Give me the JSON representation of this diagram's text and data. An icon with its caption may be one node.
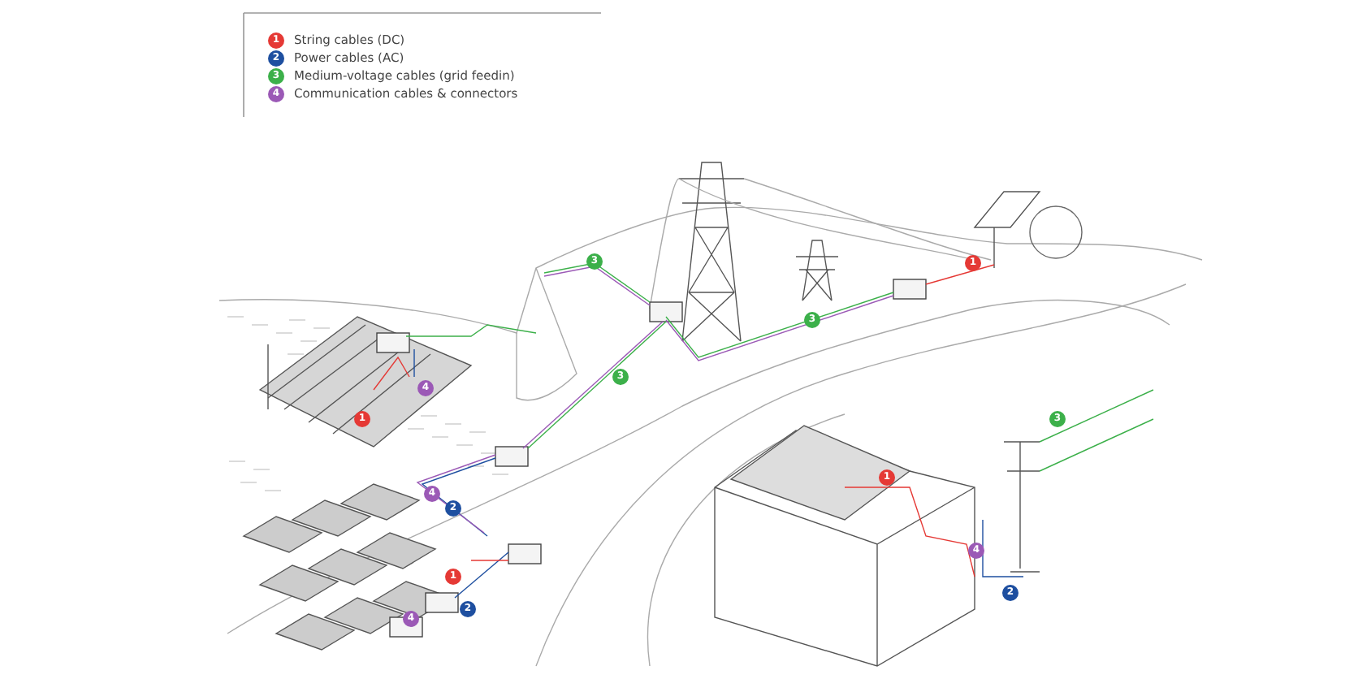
{
  "diagram": {
    "labels": [
      "1",
      "2",
      "3",
      "4",
      "3",
      "1",
      "3",
      "3",
      "4",
      "1",
      "3",
      "1",
      "4",
      "2",
      "4",
      "1",
      "2",
      "2",
      "4"
    ],
    "legend": [
      {
        "text": "String cables (DC)",
        "color": "#e53935"
      },
      {
        "text": "Power cables (AC)",
        "color": "#1e4fa0"
      },
      {
        "text": "Medium-voltage cables (grid feedin)",
        "color": "#3cb04a"
      },
      {
        "text": "Communication cables & connectors",
        "color": "#9b59b6"
      }
    ]
  }
}
